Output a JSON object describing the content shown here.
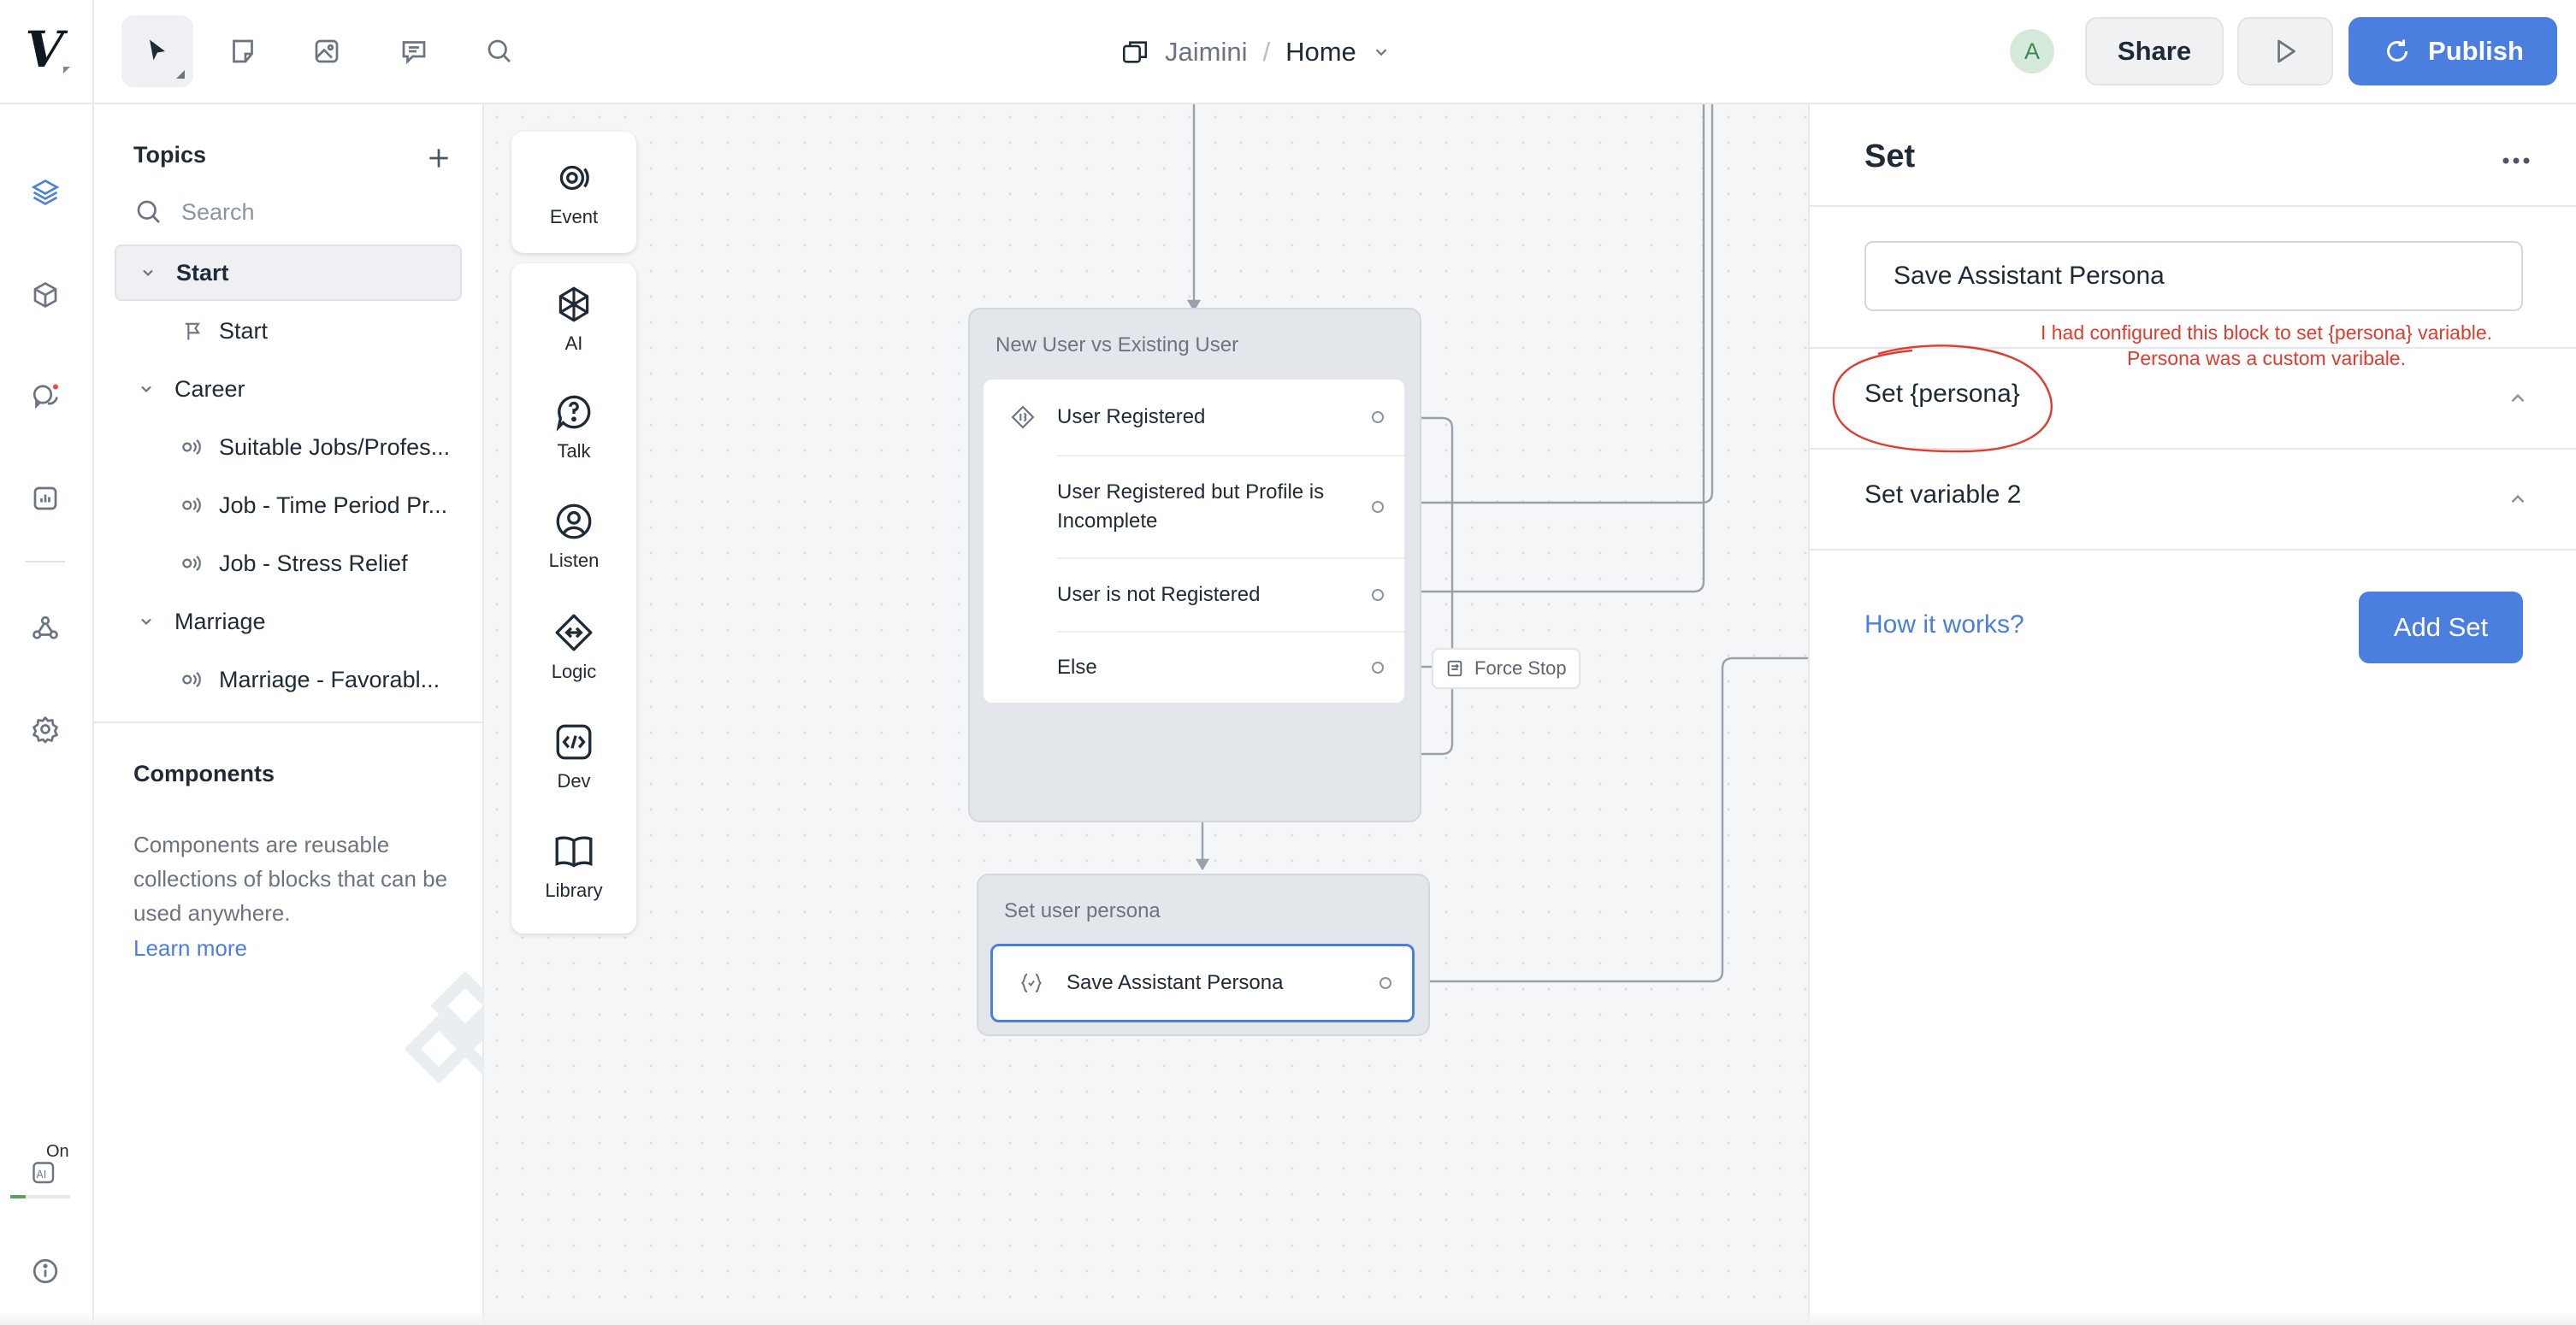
{
  "toolbar": {
    "logo": "V",
    "tools": [
      "select-arrow-icon",
      "sticky-note-icon",
      "image-icon",
      "comment-icon",
      "search-icon"
    ]
  },
  "breadcrumb": {
    "project": "Jaimini",
    "separator": "/",
    "page": "Home"
  },
  "header": {
    "avatar_initial": "A",
    "share_label": "Share",
    "publish_label": "Publish"
  },
  "rail": {
    "ai_badge": "On",
    "icons": [
      "layers-icon",
      "cube-icon",
      "chat-icon",
      "analytics-icon",
      "integrations-icon",
      "settings-icon",
      "ai-icon",
      "info-icon"
    ]
  },
  "topics": {
    "title": "Topics",
    "search_placeholder": "Search",
    "items": [
      {
        "label": "Start",
        "type": "group"
      },
      {
        "label": "Start",
        "type": "child"
      },
      {
        "label": "Career",
        "type": "group"
      },
      {
        "label": "Suitable Jobs/Profes...",
        "type": "child"
      },
      {
        "label": "Job - Time Period Pr...",
        "type": "child"
      },
      {
        "label": "Job - Stress Relief",
        "type": "child"
      },
      {
        "label": "Marriage",
        "type": "group"
      },
      {
        "label": "Marriage - Favorabl...",
        "type": "child"
      }
    ]
  },
  "components": {
    "title": "Components",
    "description": "Components are reusable collections of blocks that can be used anywhere.",
    "learn_more": "Learn more"
  },
  "toolbox": {
    "event": "Event",
    "ai": "AI",
    "talk": "Talk",
    "listen": "Listen",
    "logic": "Logic",
    "dev": "Dev",
    "library": "Library"
  },
  "canvas": {
    "block1": {
      "title": "New User vs Existing User",
      "steps": [
        "User Registered",
        "User Registered but Profile is Incomplete",
        "User is not Registered",
        "Else"
      ]
    },
    "force_stop": "Force Stop",
    "block2": {
      "title": "Set user persona",
      "step": "Save Assistant Persona"
    }
  },
  "right_panel": {
    "title": "Set",
    "name_value": "Save Assistant Persona",
    "set_1": "Set {persona}",
    "set_2": "Set variable 2",
    "how_it_works": "How it works?",
    "add_set": "Add Set"
  },
  "annotation": {
    "note": "I had configured this block to set {persona} variable. Persona was a custom varibale."
  },
  "colors": {
    "accent": "#4a7fe0",
    "annotation": "#e23b2e",
    "canvas_bg": "#f5f6f7"
  }
}
